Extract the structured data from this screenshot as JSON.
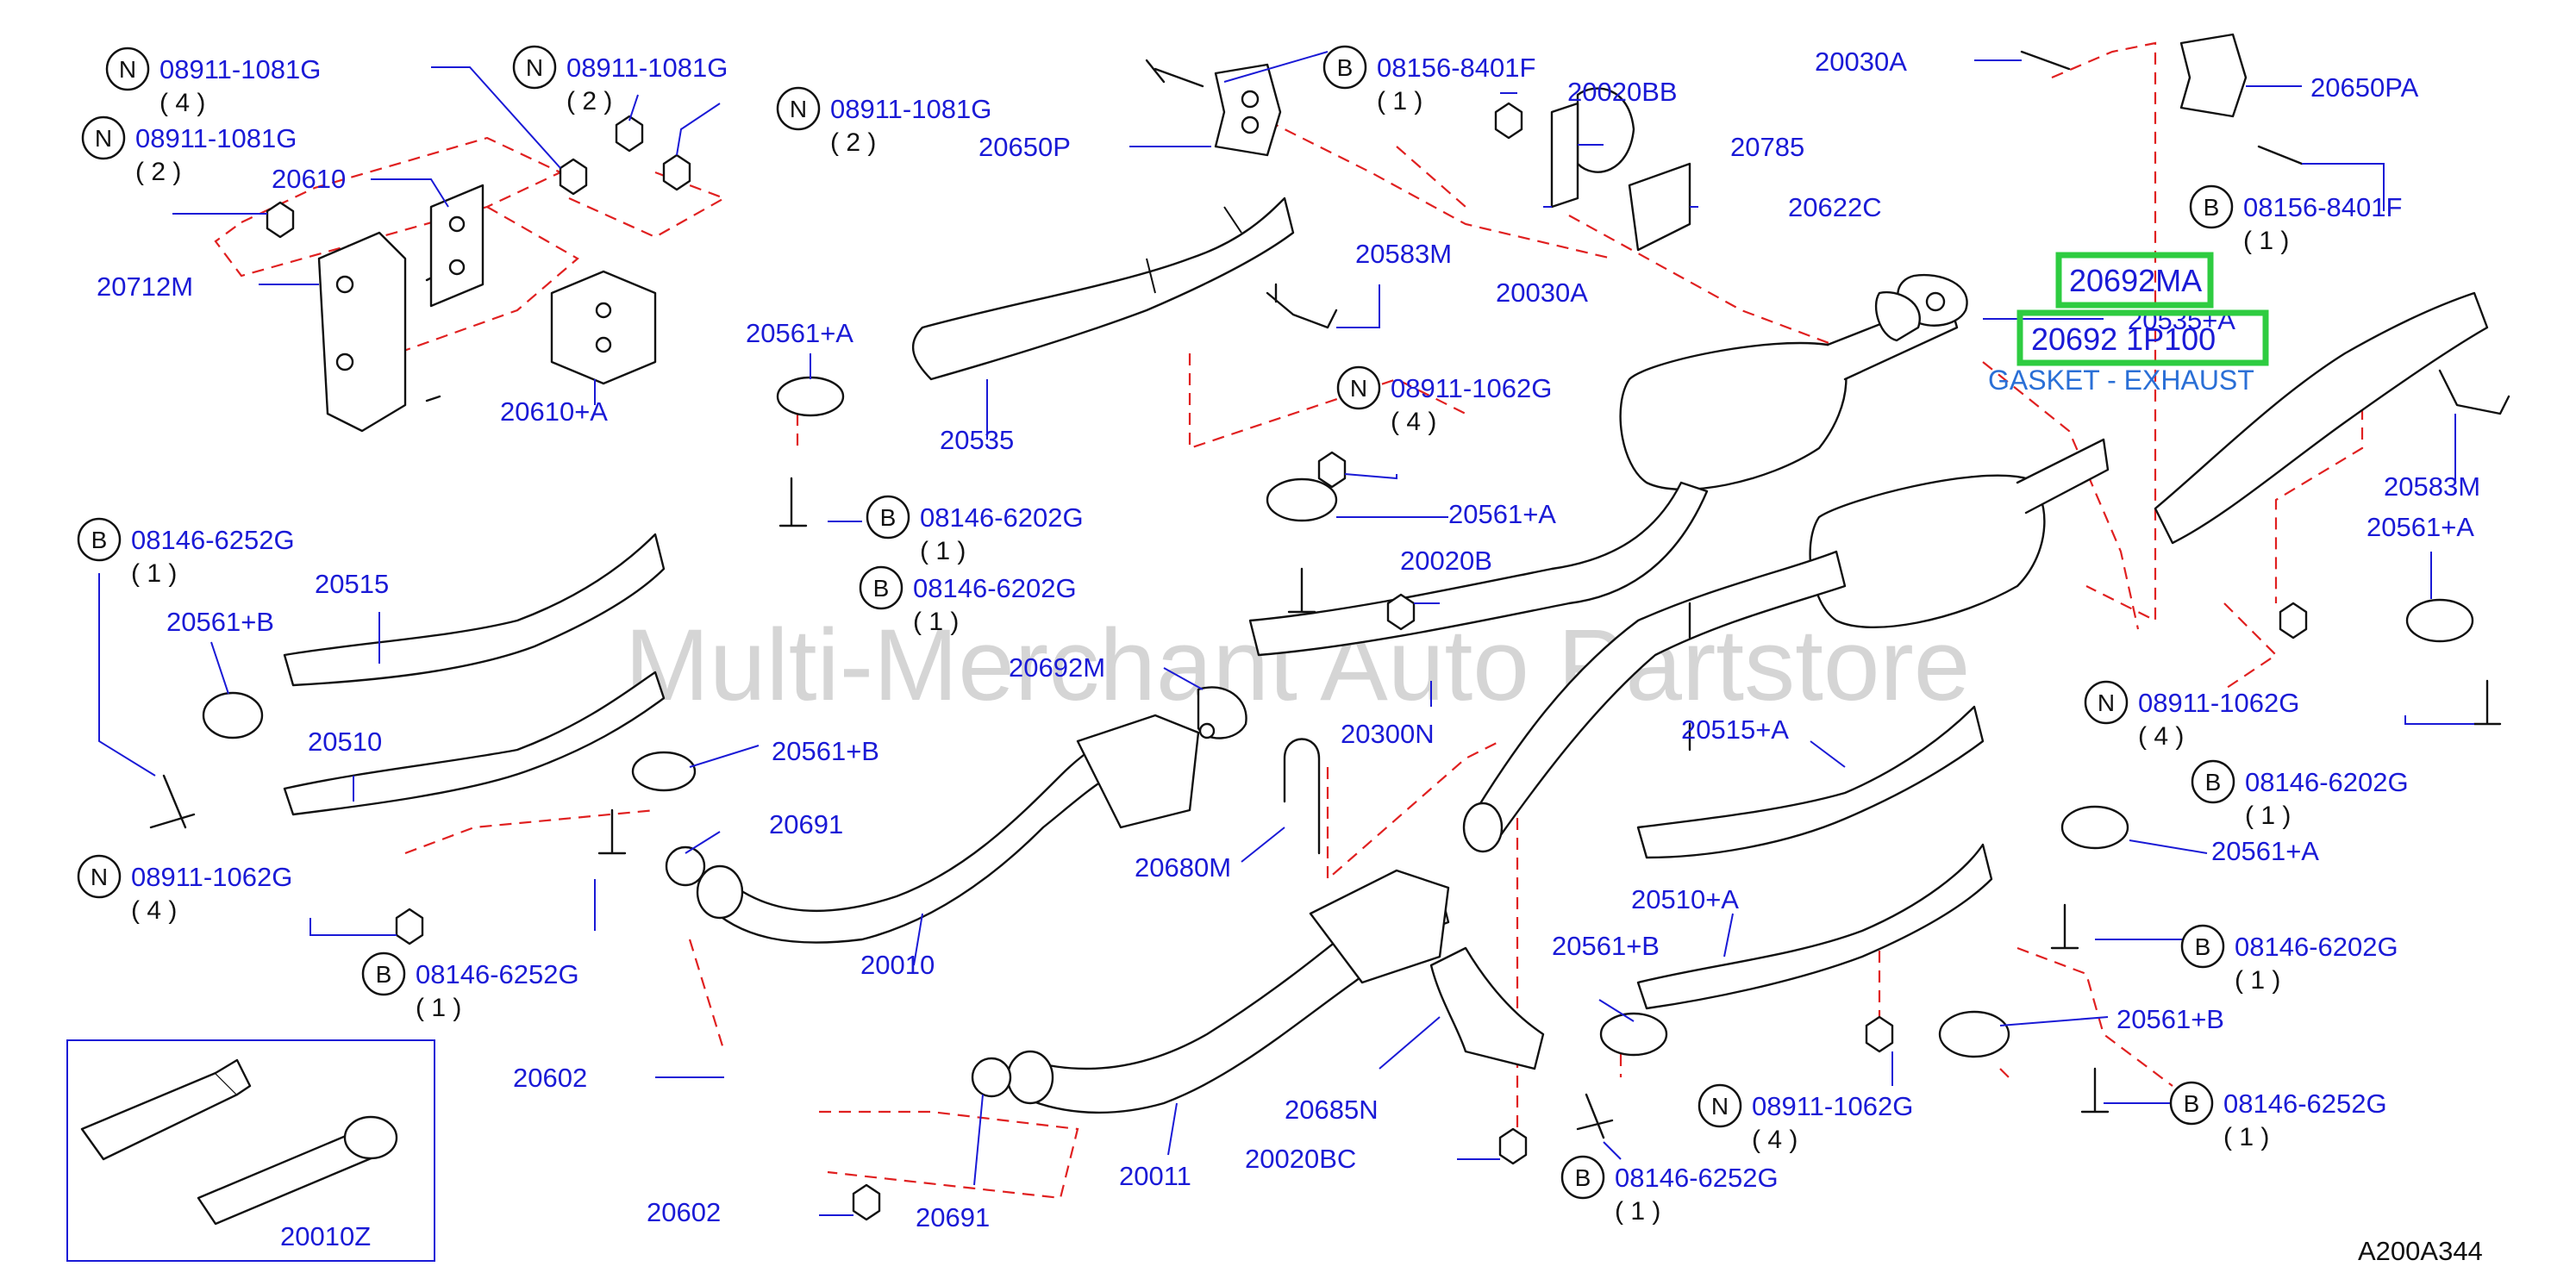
{
  "watermark": "Multi-Merchant Auto Partstore",
  "reference": "A200A344",
  "highlight": {
    "main_part": "20692MA",
    "selected_part": "20692 1P100",
    "selected_description": "GASKET - EXHAUST"
  },
  "labels": [
    {
      "id": "l1",
      "prefix": "N",
      "text": "08911-1081G",
      "qty": "( 4 )"
    },
    {
      "id": "l2",
      "prefix": "N",
      "text": "08911-1081G",
      "qty": "( 2 )"
    },
    {
      "id": "l3",
      "prefix": "N",
      "text": "08911-1081G",
      "qty": "( 2 )"
    },
    {
      "id": "l4",
      "prefix": "N",
      "text": "08911-1081G",
      "qty": "( 2 )"
    },
    {
      "id": "l5",
      "text": "20610"
    },
    {
      "id": "l6",
      "text": "20712M"
    },
    {
      "id": "l7",
      "text": "20610+A"
    },
    {
      "id": "l8",
      "prefix": "B",
      "text": "08156-8401F",
      "qty": "( 1 )"
    },
    {
      "id": "l9",
      "text": "20650P"
    },
    {
      "id": "l10",
      "text": "20020BB"
    },
    {
      "id": "l11",
      "text": "20785"
    },
    {
      "id": "l12",
      "text": "20622C"
    },
    {
      "id": "l13",
      "text": "20030A"
    },
    {
      "id": "l14",
      "text": "20650PA"
    },
    {
      "id": "l15",
      "prefix": "B",
      "text": "08156-8401F",
      "qty": "( 1 )"
    },
    {
      "id": "l16",
      "text": "20583M"
    },
    {
      "id": "l17",
      "text": "20030A"
    },
    {
      "id": "l18",
      "text": "20561+A"
    },
    {
      "id": "l19",
      "text": "20535"
    },
    {
      "id": "l20",
      "prefix": "N",
      "text": "08911-1062G",
      "qty": "( 4 )"
    },
    {
      "id": "l21",
      "text": "20535+A"
    },
    {
      "id": "l22",
      "text": "20583M"
    },
    {
      "id": "l23",
      "text": "20561+A"
    },
    {
      "id": "l24",
      "prefix": "B",
      "text": "08146-6202G",
      "qty": "( 1 )"
    },
    {
      "id": "l25",
      "prefix": "B",
      "text": "08146-6202G",
      "qty": "( 1 )"
    },
    {
      "id": "l26",
      "text": "20561+A"
    },
    {
      "id": "l27",
      "text": "20020B"
    },
    {
      "id": "l28",
      "prefix": "B",
      "text": "08146-6252G",
      "qty": "( 1 )"
    },
    {
      "id": "l29",
      "text": "20515"
    },
    {
      "id": "l30",
      "text": "20561+B"
    },
    {
      "id": "l31",
      "text": "20510"
    },
    {
      "id": "l32",
      "text": "20692M"
    },
    {
      "id": "l33",
      "text": "20300N"
    },
    {
      "id": "l34",
      "text": "20515+A"
    },
    {
      "id": "l35",
      "prefix": "N",
      "text": "08911-1062G",
      "qty": "( 4 )"
    },
    {
      "id": "l36",
      "prefix": "B",
      "text": "08146-6202G",
      "qty": "( 1 )"
    },
    {
      "id": "l37",
      "text": "20561+B"
    },
    {
      "id": "l38",
      "text": "20691"
    },
    {
      "id": "l39",
      "text": "20680M"
    },
    {
      "id": "l40",
      "text": "20561+A"
    },
    {
      "id": "l41",
      "prefix": "N",
      "text": "08911-1062G",
      "qty": "( 4 )"
    },
    {
      "id": "l42",
      "prefix": "B",
      "text": "08146-6252G",
      "qty": "( 1 )"
    },
    {
      "id": "l43",
      "text": "20010"
    },
    {
      "id": "l44",
      "text": "20510+A"
    },
    {
      "id": "l45",
      "text": "20561+B"
    },
    {
      "id": "l46",
      "prefix": "B",
      "text": "08146-6202G",
      "qty": "( 1 )"
    },
    {
      "id": "l47",
      "text": "20602"
    },
    {
      "id": "l48",
      "text": "20685N"
    },
    {
      "id": "l49",
      "text": "20561+B"
    },
    {
      "id": "l50",
      "text": "20020BC"
    },
    {
      "id": "l51",
      "prefix": "N",
      "text": "08911-1062G",
      "qty": "( 4 )"
    },
    {
      "id": "l52",
      "prefix": "B",
      "text": "08146-6252G",
      "qty": "( 1 )"
    },
    {
      "id": "l53",
      "text": "20011"
    },
    {
      "id": "l54",
      "text": "20602"
    },
    {
      "id": "l55",
      "text": "20691"
    },
    {
      "id": "l56",
      "prefix": "B",
      "text": "08146-6252G",
      "qty": "( 1 )"
    },
    {
      "id": "l57",
      "text": "20010Z"
    }
  ]
}
